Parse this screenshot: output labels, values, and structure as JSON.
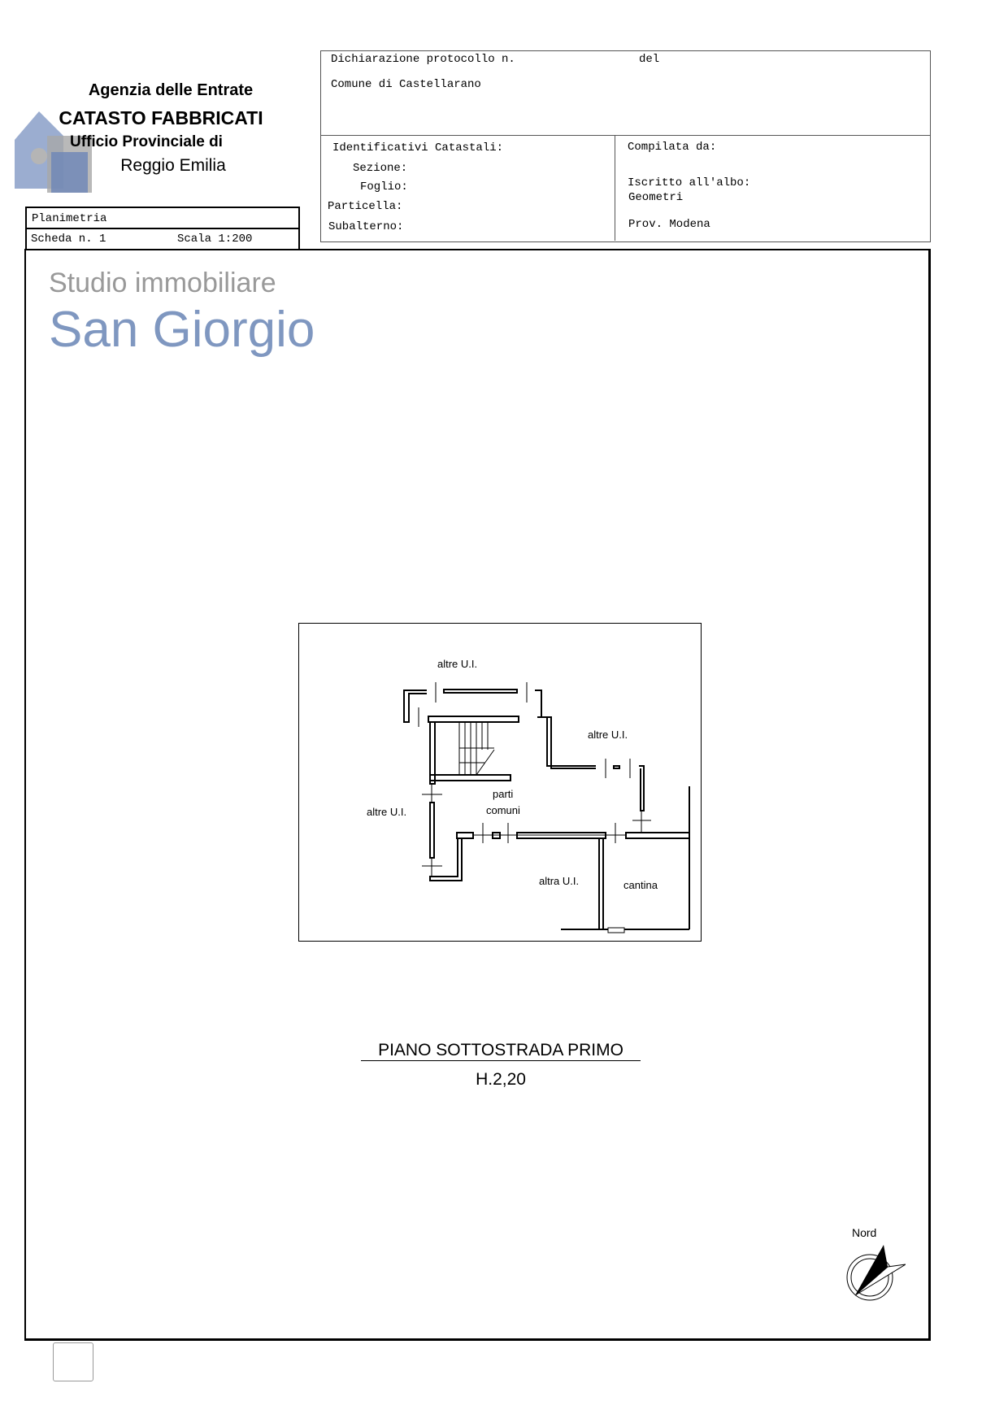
{
  "header": {
    "agency": "Agenzia delle Entrate",
    "catasto": "CATASTO FABBRICATI",
    "ufficio": "Ufficio Provinciale di",
    "city": "Reggio Emilia",
    "watermark_line1": "Studio immobiliare",
    "watermark_line2": "San Giorgio",
    "dichiarazione": "Dichiarazione protocollo n.",
    "del": "del",
    "comune": "Comune di Castellarano",
    "identificativi": "Identificativi Catastali:",
    "sezione": "Sezione:",
    "foglio": "Foglio:",
    "particella": "Particella:",
    "subalterno": "Subalterno:",
    "compilata": "Compilata da:",
    "iscritto": "Iscritto all'albo:",
    "albo": "Geometri",
    "prov": "Prov. Modena",
    "planimetria": "Planimetria",
    "scheda": "Scheda n. 1",
    "scala": "Scala 1:200"
  },
  "plan": {
    "labels": {
      "top": "altre U.I.",
      "right": "altre U.I.",
      "left": "altre U.I.",
      "parti": "parti",
      "comuni": "comuni",
      "altra": "altra U.I.",
      "cantina": "cantina"
    },
    "title": "PIANO SOTTOSTRADA PRIMO",
    "height": "H.2,20",
    "north": "Nord"
  },
  "colors": {
    "watermark": "#7f97c0",
    "line": "#000000"
  }
}
